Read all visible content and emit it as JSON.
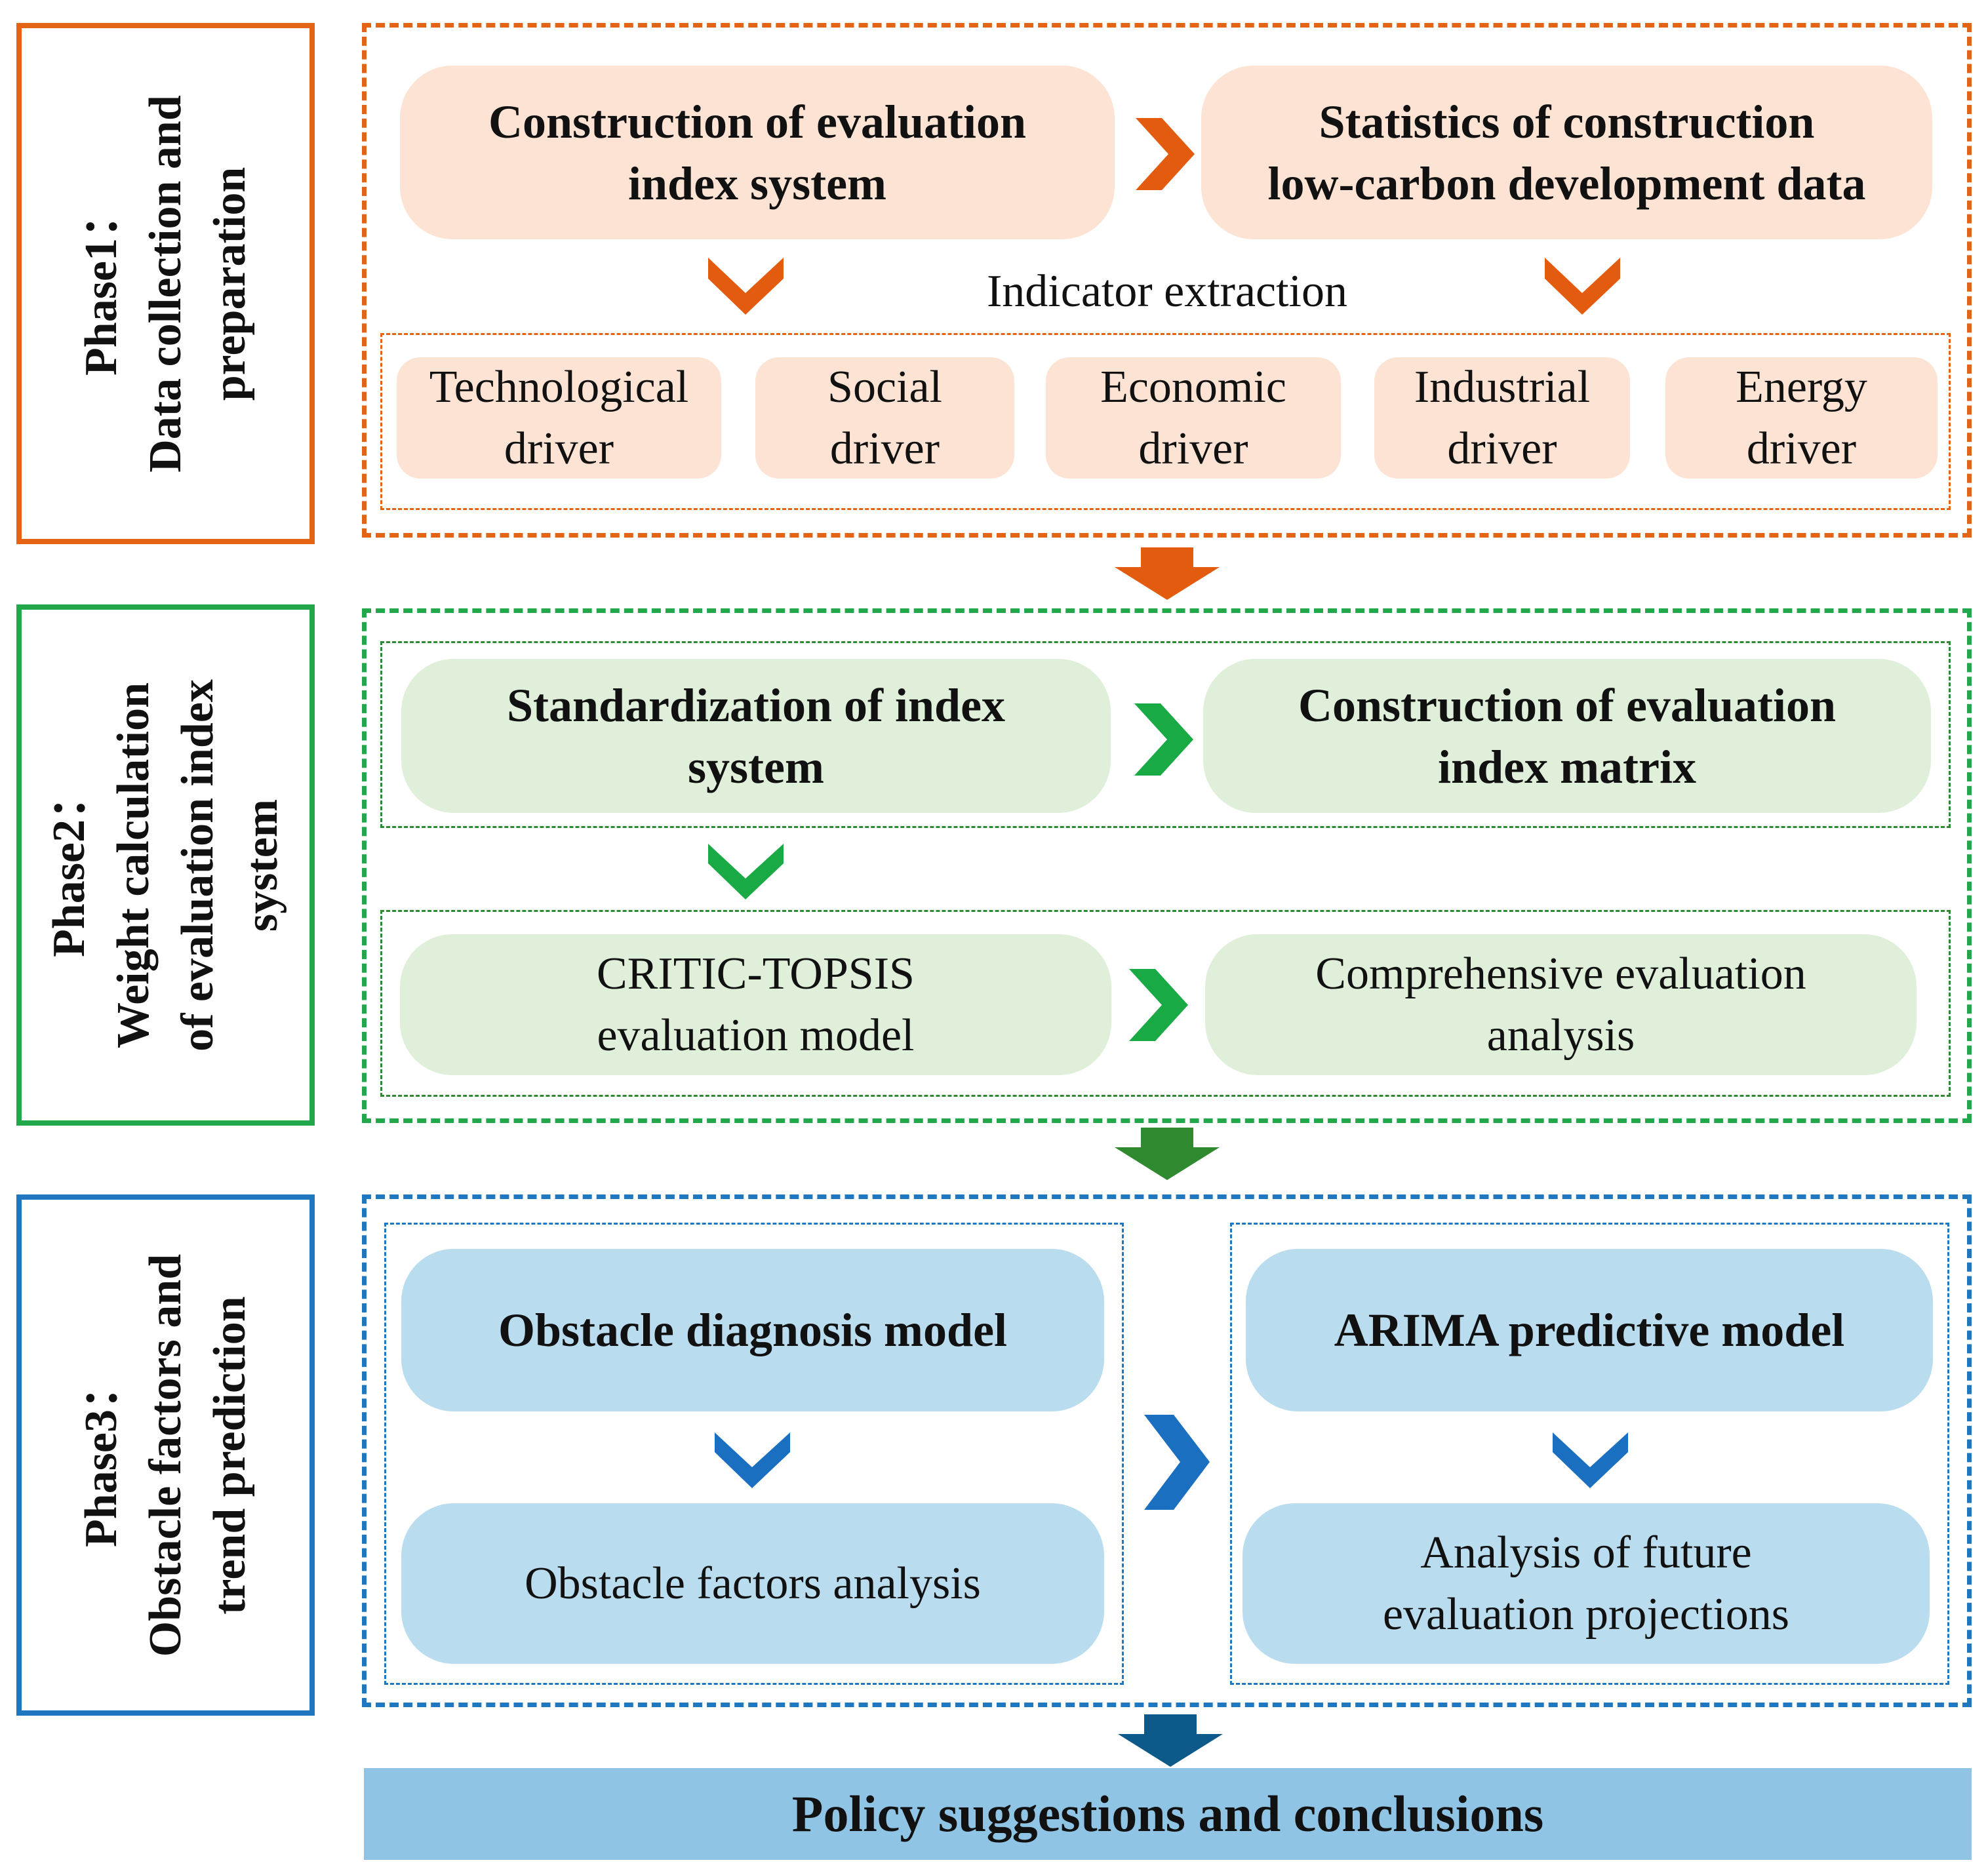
{
  "colors": {
    "phase1": "#e36414",
    "phase2": "#22a84a",
    "phase3": "#1f77c0",
    "arrow_phase1": "#e35b0e",
    "arrow_phase2": "#2f8a2f",
    "arrow_phase3": "#0d5a8a"
  },
  "phase1": {
    "label": "Phase1：\nData collection and\npreparation",
    "box1": "Construction of evaluation\nindex system",
    "box2": "Statistics of construction\nlow-carbon development data",
    "caption": "Indicator extraction",
    "drivers": [
      "Technological\ndriver",
      "Social\ndriver",
      "Economic\ndriver",
      "Industrial\ndriver",
      "Energy\ndriver"
    ]
  },
  "phase2": {
    "label": "Phase2：\nWeight calculation\nof evaluation index\nsystem",
    "box1": "Standardization of index\nsystem",
    "box2": "Construction of evaluation\nindex matrix",
    "box3": "CRITIC-TOPSIS\nevaluation model",
    "box4": "Comprehensive evaluation\nanalysis"
  },
  "phase3": {
    "label": "Phase3：\nObstacle factors and\ntrend prediction",
    "box1": "Obstacle diagnosis model",
    "box2": "Obstacle factors analysis",
    "box3": "ARIMA predictive model",
    "box4": "Analysis of future\nevaluation projections"
  },
  "final": "Policy suggestions and conclusions"
}
